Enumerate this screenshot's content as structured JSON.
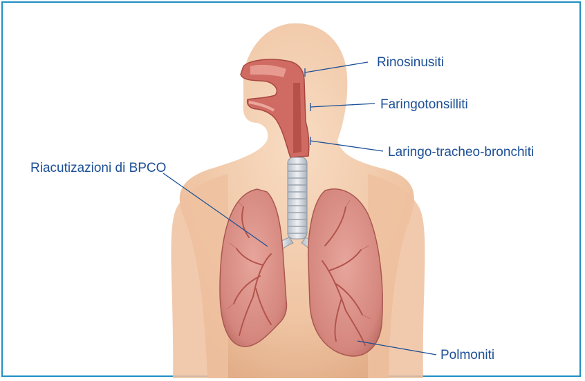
{
  "labels": {
    "rinosinusiti": "Rinosinusiti",
    "faringotonsilliti": "Faringotonsilliti",
    "laringo": "Laringo-tracheo-bronchiti",
    "bpco": "Riacutizazioni di BPCO",
    "polmoniti": "Polmoniti"
  },
  "colors": {
    "frame": "#1e8fc4",
    "label_text": "#1c4f96",
    "skin": "#f3cfb0",
    "lung": "#d98d85",
    "airway": "#c9605a",
    "trachea": "#dfe3e8"
  }
}
